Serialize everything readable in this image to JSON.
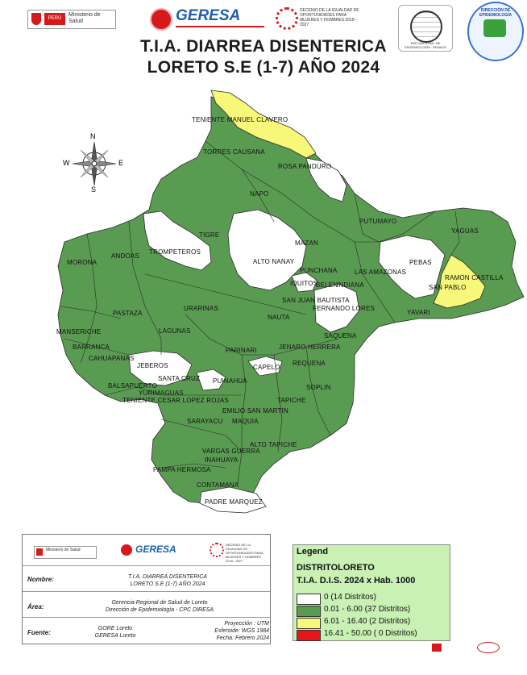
{
  "header": {
    "ministerio": "Ministerio de Salud",
    "peru": "PERÚ",
    "geresa": "GERESA",
    "decenio": "DECENIO DE LA IGUALDAD DE OPORTUNIDADES PARA MUJERES Y HOMBRES 2018 - 2027",
    "renace": "RED NACIONAL DE EPIDEMIOLOGÍA · RENACE",
    "epidemiologia": "DIRECCIÓN DE EPIDEMIOLOGÍA"
  },
  "title": {
    "line1": "T.I.A.  DIARREA DISENTERICA",
    "line2": "LORETO S.E (1-7) AÑO  2024"
  },
  "compass": {
    "n": "N",
    "s": "S",
    "e": "E",
    "w": "W"
  },
  "map": {
    "districts": [
      {
        "label": "TENIENTE MANUEL CLAVERO"
      },
      {
        "label": "TORRES CAUSANA"
      },
      {
        "label": "ROSA PANDURO"
      },
      {
        "label": "NAPO"
      },
      {
        "label": "PUTUMAYO"
      },
      {
        "label": "YAGUAS"
      },
      {
        "label": "TIGRE"
      },
      {
        "label": "MAZAN"
      },
      {
        "label": "TROMPETEROS"
      },
      {
        "label": "ALTO NANAY"
      },
      {
        "label": "PEBAS"
      },
      {
        "label": "ANDOAS"
      },
      {
        "label": "MORONA"
      },
      {
        "label": "PUNCHANA"
      },
      {
        "label": "LAS AMAZONAS"
      },
      {
        "label": "RAMON CASTILLA"
      },
      {
        "label": "IQUITOS"
      },
      {
        "label": "BELEN"
      },
      {
        "label": "INDIANA"
      },
      {
        "label": "SAN PABLO"
      },
      {
        "label": "SAN JUAN BAUTISTA"
      },
      {
        "label": "FERNANDO LORES"
      },
      {
        "label": "URARINAS"
      },
      {
        "label": "PASTAZA"
      },
      {
        "label": "YAVARI"
      },
      {
        "label": "NAUTA"
      },
      {
        "label": "LAGUNAS"
      },
      {
        "label": "MANSERICHE"
      },
      {
        "label": "SAQUENA"
      },
      {
        "label": "BARRANCA"
      },
      {
        "label": "JENARO HERRERA"
      },
      {
        "label": "PARINARI"
      },
      {
        "label": "CAHUAPANAS"
      },
      {
        "label": "CAPELO"
      },
      {
        "label": "REQUENA"
      },
      {
        "label": "JEBEROS"
      },
      {
        "label": "SANTA CRUZ"
      },
      {
        "label": "PUINAHUA"
      },
      {
        "label": "BALSAPUERTO"
      },
      {
        "label": "YURIMAGUAS"
      },
      {
        "label": "SOPLIN"
      },
      {
        "label": "TENIENTE CESAR LOPEZ ROJAS"
      },
      {
        "label": "TAPICHE"
      },
      {
        "label": "EMILIO SAN MARTIN"
      },
      {
        "label": "SARAYACU"
      },
      {
        "label": "MAQUIA"
      },
      {
        "label": "ALTO TAPICHE"
      },
      {
        "label": "VARGAS GUERRA"
      },
      {
        "label": "INAHUAYA"
      },
      {
        "label": "PAMPA HERMOSA"
      },
      {
        "label": "CONTAMANA"
      },
      {
        "label": "PADRE MARQUEZ"
      }
    ]
  },
  "info_box": {
    "nombre_label": "Nombre:",
    "nombre_line1": "T.I.A.  DIARREA DISENTERICA",
    "nombre_line2": "LORETO S.E (1-7) AÑO  2024",
    "area_label": "Área:",
    "area_line1": "Gerencia Regional de Salud de Loreto",
    "area_line2": "Dirección de Epidemiología - CPC DIRESA",
    "fuente_label": "Fuente:",
    "fuente_line1": "GORE Loreto",
    "fuente_line2": "GERESA Loreto",
    "proy_line1": "Proyección : UTM",
    "proy_line2": "Esferoide: WGS 1984",
    "proy_line3": "Fecha: Febrero 2024"
  },
  "legend": {
    "title": "Legend",
    "layer": "DISTRITOLORETO",
    "field": "T.I.A. D.I.S. 2024  x  Hab. 1000",
    "items": [
      {
        "label": "0 (14 Distritos)",
        "color": "#ffffff"
      },
      {
        "label": "0.01 - 6.00 (37 Distritos)",
        "color": "#5a9b52"
      },
      {
        "label": "6.01 - 16.40 (2 Distritos)",
        "color": "#f7f77a"
      },
      {
        "label": "16.41 - 50.00 ( 0 Distritos)",
        "color": "#e8141c"
      }
    ]
  },
  "colors": {
    "green": "#5a9b52",
    "yellow": "#f7f77a",
    "white": "#ffffff",
    "border": "#2b2b2b",
    "geresa_blue": "#1e5fae",
    "minsa_red": "#d7191c"
  }
}
